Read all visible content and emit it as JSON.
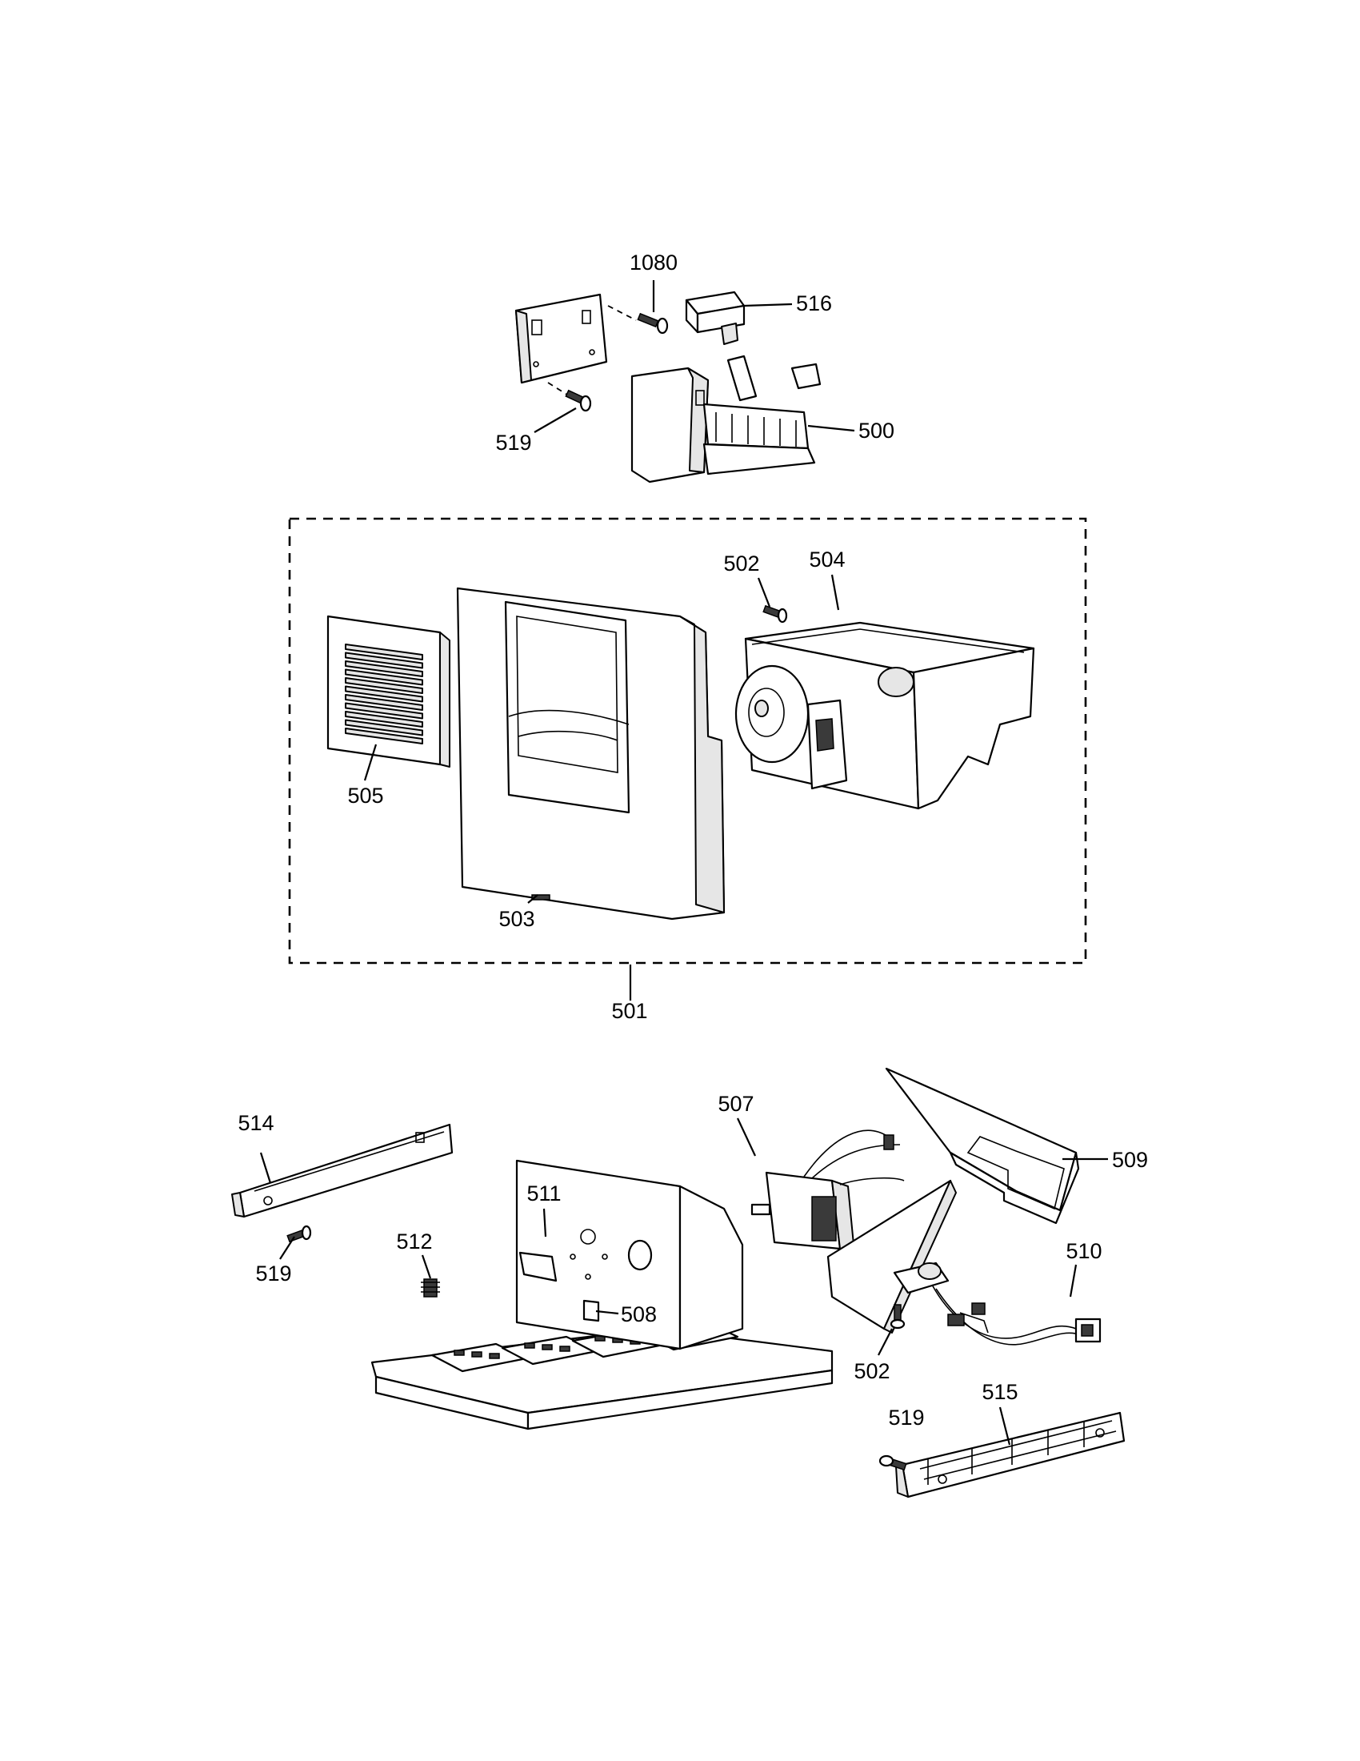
{
  "callouts": {
    "c1080": "1080",
    "c516": "516",
    "c519a": "519",
    "c500": "500",
    "c502a": "502",
    "c504": "504",
    "c505": "505",
    "c503": "503",
    "c501": "501",
    "c514": "514",
    "c519b": "519",
    "c507": "507",
    "c509": "509",
    "c511": "511",
    "c512": "512",
    "c508": "508",
    "c510": "510",
    "c502b": "502",
    "c515": "515",
    "c519c": "519"
  }
}
